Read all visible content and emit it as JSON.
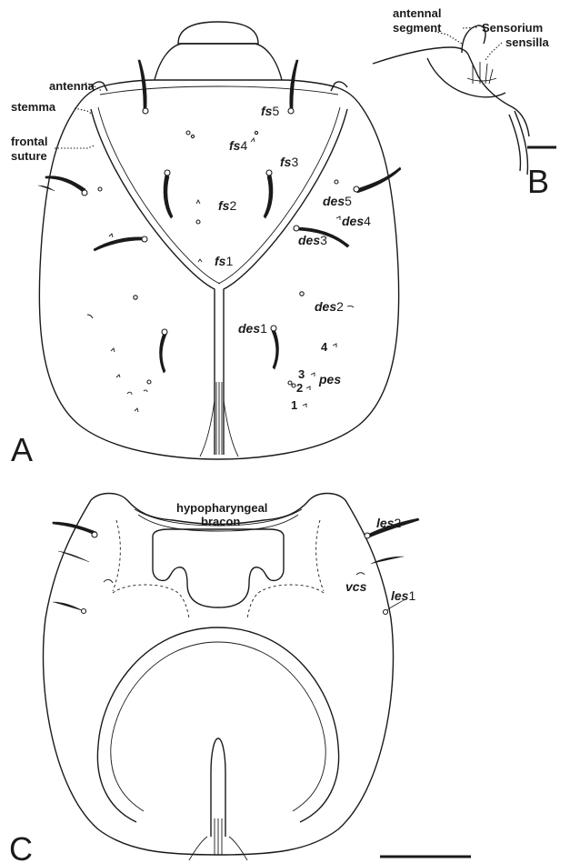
{
  "panels": {
    "a": {
      "letter": "A"
    },
    "b": {
      "letter": "B"
    },
    "c": {
      "letter": "C"
    }
  },
  "callouts": {
    "antenna": "antenna",
    "stemma": "stemma",
    "frontal_suture_line1": "frontal",
    "frontal_suture_line2": "suture",
    "antennal_segment_line1": "antennal",
    "antennal_segment_line2": "segment",
    "sensorium": "Sensorium",
    "sensilla": "sensilla",
    "hypopharyngeal_line1": "hypopharyngeal",
    "hypopharyngeal_line2": "bracon"
  },
  "setae": {
    "fs5": {
      "prefix": "fs",
      "num": "5"
    },
    "fs4": {
      "prefix": "fs",
      "num": "4"
    },
    "fs3": {
      "prefix": "fs",
      "num": "3"
    },
    "fs2": {
      "prefix": "fs",
      "num": "2"
    },
    "fs1": {
      "prefix": "fs",
      "num": "1"
    },
    "des5": {
      "prefix": "des",
      "num": "5"
    },
    "des4": {
      "prefix": "des",
      "num": "4"
    },
    "des3": {
      "prefix": "des",
      "num": "3"
    },
    "des2": {
      "prefix": "des",
      "num": "2"
    },
    "des1": {
      "prefix": "des",
      "num": "1"
    },
    "pes": {
      "prefix": "pes",
      "num": ""
    },
    "pes_numbers": [
      "4",
      "3",
      "2",
      "1"
    ],
    "les2": {
      "prefix": "les",
      "num": "2"
    },
    "les1": {
      "prefix": "les",
      "num": "1"
    },
    "vcs": {
      "prefix": "vcs",
      "num": ""
    }
  }
}
